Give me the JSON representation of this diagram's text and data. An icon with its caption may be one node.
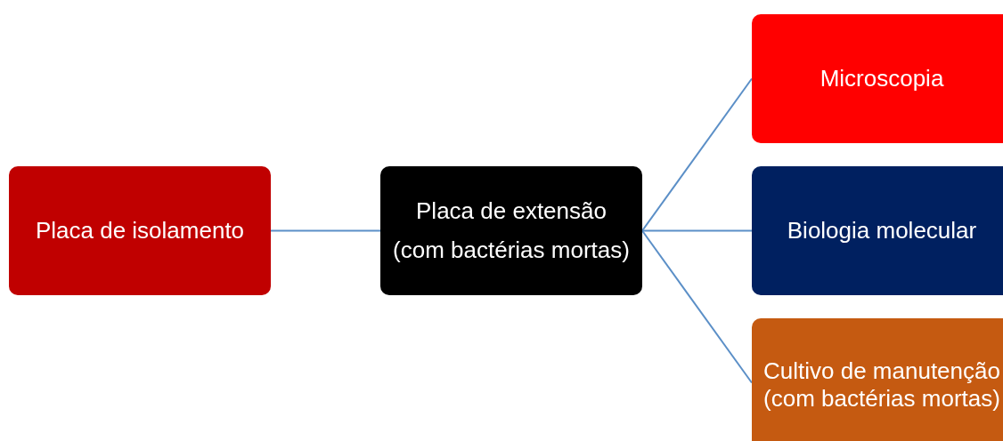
{
  "diagram": {
    "nodes": [
      {
        "text": [
          "Placa de isolamento"
        ]
      },
      {
        "text": [
          "Placa de extensão",
          "(com bactérias mortas)"
        ]
      },
      {
        "text": [
          "Microscopia"
        ]
      },
      {
        "text": [
          "Biologia molecular"
        ]
      },
      {
        "text": [
          "Cultivo de manutenção (com bactérias mortas)"
        ]
      }
    ],
    "edges": [
      {
        "from": 0,
        "to": 1,
        "arrow": "none"
      },
      {
        "from": 1,
        "to": 2,
        "arrow": "none"
      },
      {
        "from": 1,
        "to": 3,
        "arrow": "none"
      },
      {
        "from": 1,
        "to": 4,
        "arrow": "none"
      }
    ]
  }
}
